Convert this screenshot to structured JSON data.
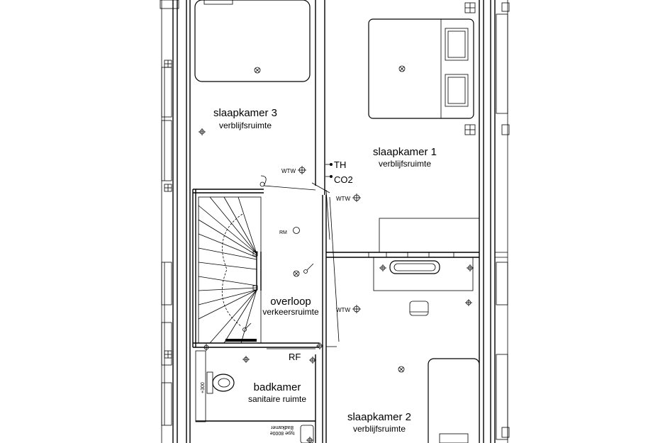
{
  "rooms": {
    "slaapkamer3": {
      "name": "slaapkamer 3",
      "type": "verblijfsruimte"
    },
    "slaapkamer1": {
      "name": "slaapkamer 1",
      "type": "verblijfsruimte"
    },
    "slaapkamer2": {
      "name": "slaapkamer 2",
      "type": "verblijfsruimte"
    },
    "overloop": {
      "name": "overloop",
      "type": "verkeersruimte"
    },
    "badkamer": {
      "name": "badkamer",
      "type": "sanitaire ruimte"
    }
  },
  "symbols": {
    "wtw": "WTW",
    "th": "TH",
    "co2": "CO2",
    "rm": "RM",
    "rf": "RF",
    "toilet_height": "+300",
    "bath_line1": "Badkamer",
    "bath_line2": "type 8000e"
  }
}
